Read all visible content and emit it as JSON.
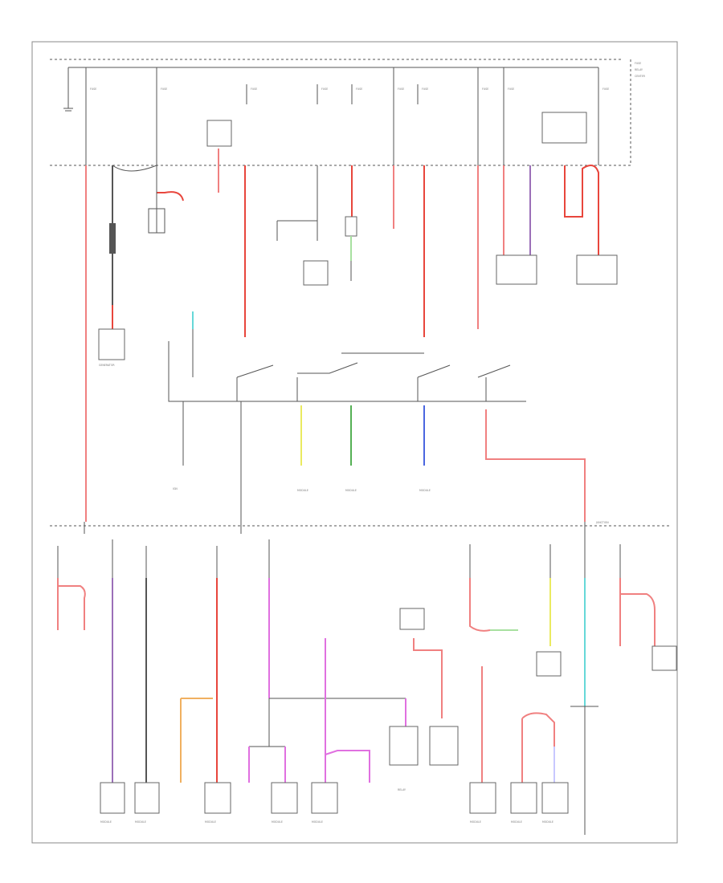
{
  "diagram": {
    "footer_mark": "",
    "colors": {
      "pink": "#f08080",
      "red": "#e8463c",
      "purple": "#9b6fb8",
      "yellow": "#eaea60",
      "green": "#55b055",
      "blue": "#4a66e0",
      "cyan": "#66d8d8",
      "magenta": "#e070e0",
      "orange": "#f0b060",
      "lightgreen": "#a8e0a0",
      "lavender": "#c8c8ff",
      "black": "#555555"
    },
    "components": [
      "fuse-panel",
      "generator",
      "ignition-switch",
      "relay-center",
      "module-group-left",
      "module-group-center",
      "module-group-right",
      "lower-junction-box"
    ]
  }
}
